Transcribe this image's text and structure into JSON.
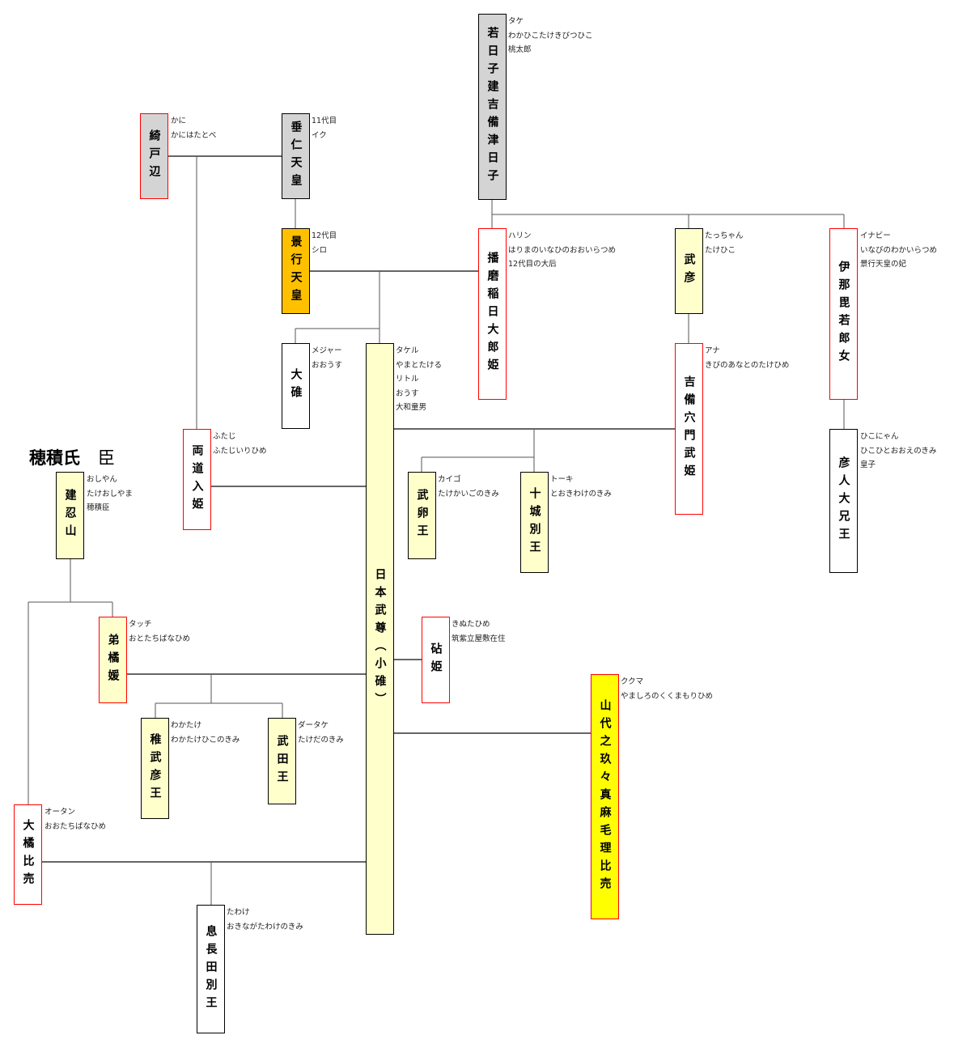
{
  "colors": {
    "gray": "#d4d4d4",
    "cream": "#ffffcc",
    "orange": "#ffc000",
    "yellow": "#ffff00",
    "white": "#ffffff",
    "red_border": "#ff0000",
    "black_border": "#000000"
  },
  "clan": {
    "name": "穂積氏",
    "rank": "臣"
  },
  "nodes": {
    "wakahiko": {
      "label": "若日子建吉備津日子",
      "notes": [
        "タケ",
        "わかひこたけきびつひこ",
        "桃太郎"
      ]
    },
    "kanihata": {
      "label": "綺戸辺",
      "notes": [
        "かに",
        "かにはたとべ"
      ]
    },
    "suinin": {
      "label": "垂仁天皇",
      "notes": [
        "11代目",
        "イク"
      ]
    },
    "keiko": {
      "label": "景行天皇",
      "notes": [
        "12代目",
        "シロ"
      ]
    },
    "harima": {
      "label": "播磨稲日大郎姫",
      "notes": [
        "ハリン",
        "はりまのいなひのおおいらつめ",
        "12代目の大后"
      ]
    },
    "takehiko": {
      "label": "武彦",
      "notes": [
        "たっちゃん",
        "たけひこ"
      ]
    },
    "inabi": {
      "label": "伊那毘若郎女",
      "notes": [
        "イナビー",
        "いなびのわかいらつめ",
        "景行天皇の妃"
      ]
    },
    "ousu": {
      "label": "大碓",
      "notes": [
        "メジャー",
        "おおうす"
      ]
    },
    "yamato": {
      "label": "日本武尊（小碓）",
      "notes": [
        "タケル",
        "やまとたける",
        "リトル",
        "おうす",
        "大和童男"
      ]
    },
    "ana": {
      "label": "吉備穴門武姫",
      "notes": [
        "アナ",
        "きびのあなとのたけひめ"
      ]
    },
    "hikohito": {
      "label": "彦人大兄王",
      "notes": [
        "ひこにゃん",
        "ひこひとおおえのきみ",
        "皇子"
      ]
    },
    "futaji": {
      "label": "両道入姫",
      "notes": [
        "ふたじ",
        "ふたじいりひめ"
      ]
    },
    "takeoshi": {
      "label": "建忍山",
      "notes": [
        "おしやん",
        "たけおしやま",
        "穂積臣"
      ]
    },
    "takekai": {
      "label": "武卵王",
      "notes": [
        "カイゴ",
        "たけかいごのきみ"
      ]
    },
    "tooki": {
      "label": "十城別王",
      "notes": [
        "トーキ",
        "とおきわけのきみ"
      ]
    },
    "ototachibana": {
      "label": "弟橘媛",
      "notes": [
        "タッチ",
        "おとたちばなひめ"
      ]
    },
    "kinu": {
      "label": "砧姫",
      "notes": [
        "きぬたひめ",
        "筑紫立屋敷在住"
      ]
    },
    "yamashiro": {
      "label": "山代之玖々真麻毛理比売",
      "notes": [
        "ククマ",
        "やましろのくくまもりひめ"
      ]
    },
    "wakatake": {
      "label": "稚武彦王",
      "notes": [
        "わかたけ",
        "わかたけひこのきみ"
      ]
    },
    "takeda": {
      "label": "武田王",
      "notes": [
        "ダータケ",
        "たけだのきみ"
      ]
    },
    "ootachibana": {
      "label": "大橘比売",
      "notes": [
        "オータン",
        "おおたちばなひめ"
      ]
    },
    "okinaga": {
      "label": "息長田別王",
      "notes": [
        "たわけ",
        "おきながたわけのきみ"
      ]
    }
  }
}
